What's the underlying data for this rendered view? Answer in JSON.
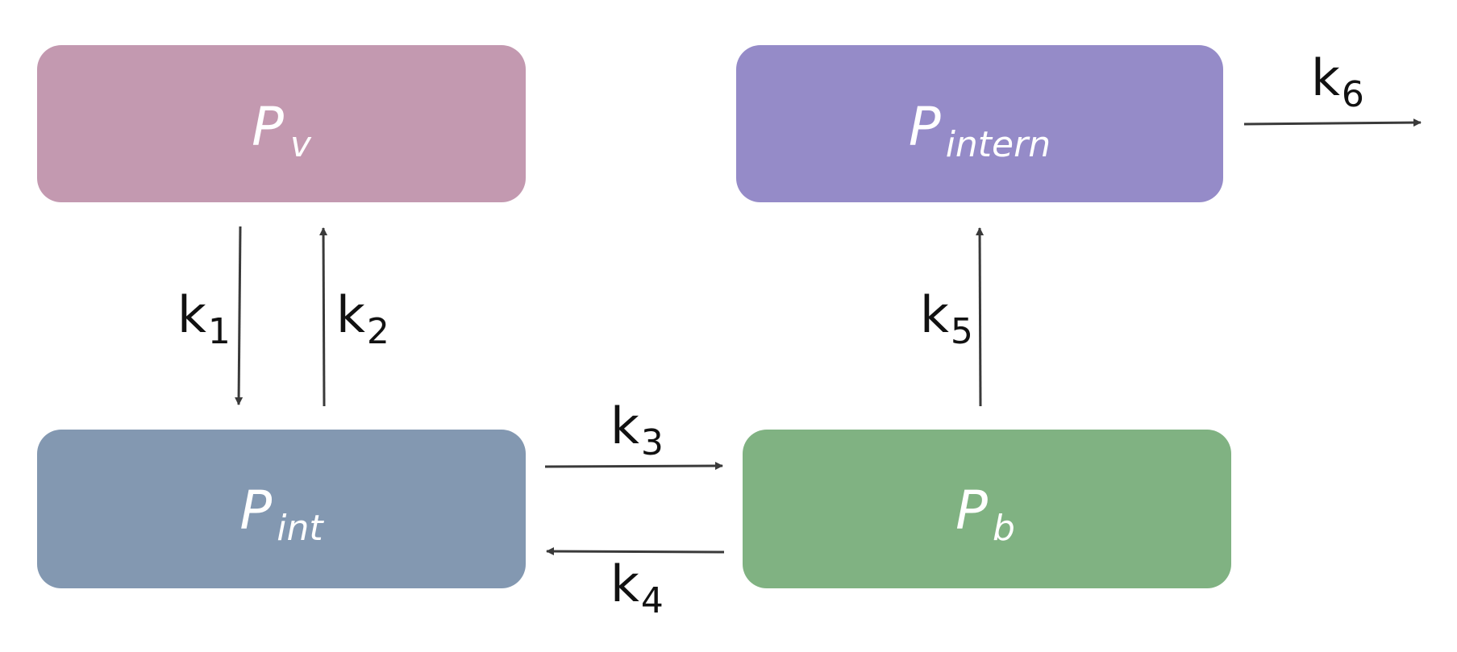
{
  "compartments": {
    "pv": {
      "symbol": "P",
      "subscript": "v",
      "color": "#c399b0"
    },
    "pint": {
      "symbol": "P",
      "subscript": "int",
      "color": "#8398b1"
    },
    "pintern": {
      "symbol": "P",
      "subscript": "intern",
      "color": "#958bc8"
    },
    "pb": {
      "symbol": "P",
      "subscript": "b",
      "color": "#80b282"
    }
  },
  "rates": {
    "k1": {
      "base": "k",
      "subscript": "1"
    },
    "k2": {
      "base": "k",
      "subscript": "2"
    },
    "k3": {
      "base": "k",
      "subscript": "3"
    },
    "k4": {
      "base": "k",
      "subscript": "4"
    },
    "k5": {
      "base": "k",
      "subscript": "5"
    },
    "k6": {
      "base": "k",
      "subscript": "6"
    }
  },
  "arrow_color": "#3a3a3a"
}
